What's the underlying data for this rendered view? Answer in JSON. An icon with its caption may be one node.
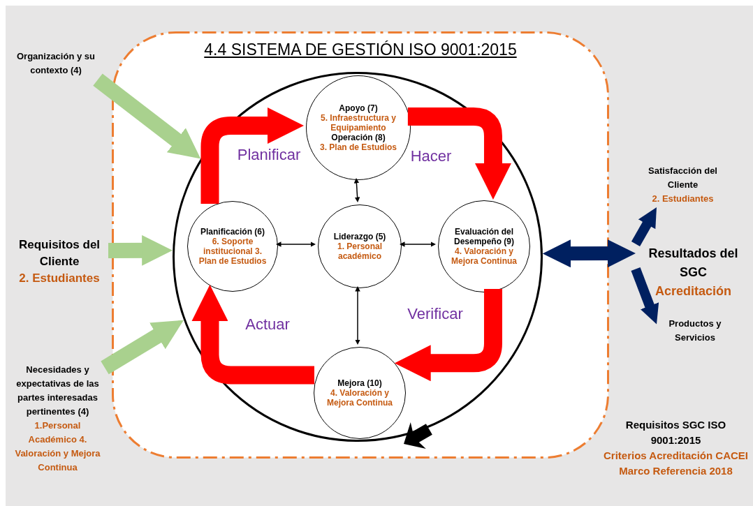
{
  "diagram": {
    "title": "4.4 SISTEMA DE GESTIÓN ISO 9001:2015",
    "nodes": [
      {
        "text": [],
        "shape": "box"
      },
      {
        "text": [],
        "shape": "circle",
        "in": 0
      },
      {
        "text": [
          "Apoyo (7)",
          "5. Infraestructura y Equipamiento",
          "Operación (8)",
          "3. Plan de Estudios"
        ],
        "in": 1
      },
      {
        "text": [
          "Planificación (6)",
          "6. Soporte institucional 3. Plan de Estudios"
        ],
        "in": 1
      },
      {
        "text": [
          "Liderazgo (5)",
          "1. Personal académico"
        ],
        "in": 1
      },
      {
        "text": [
          "Evaluación del Desempeño (9)",
          "4. Valoración y Mejora Continua"
        ],
        "in": 1
      },
      {
        "text": [
          "Mejora (10)",
          "4. Valoración y Mejora Continua"
        ],
        "in": 1
      },
      {
        "text": [
          "Organización y su contexto (4)"
        ]
      },
      {
        "text": [
          "Requisitos del Cliente",
          "2. Estudiantes"
        ]
      },
      {
        "text": [
          "Necesidades y expectativas de las partes interesadas pertinentes (4)",
          "1.Personal Académico 4. Valoración y Mejora Continua"
        ]
      },
      {
        "text": [
          "Satisfacción del Cliente",
          "2. Estudiantes"
        ]
      },
      {
        "text": [
          "Resultados del SGC",
          "Acreditación"
        ]
      },
      {
        "text": [
          "Productos y Servicios"
        ]
      }
    ],
    "edges": [
      {
        "from": 3,
        "to": 2,
        "arrow": "to",
        "label": "Planificar",
        "color": "#ff0000"
      },
      {
        "from": 2,
        "to": 5,
        "arrow": "to",
        "label": "Hacer",
        "color": "#ff0000"
      },
      {
        "from": 5,
        "to": 6,
        "arrow": "to",
        "label": "Verificar",
        "color": "#ff0000"
      },
      {
        "from": 6,
        "to": 3,
        "arrow": "to",
        "label": "Actuar",
        "color": "#ff0000"
      },
      {
        "from": 4,
        "to": 2,
        "arrow": "both",
        "color": "#000000"
      },
      {
        "from": 3,
        "to": 4,
        "arrow": "both",
        "color": "#000000"
      },
      {
        "from": 4,
        "to": 5,
        "arrow": "both",
        "color": "#000000"
      },
      {
        "from": 4,
        "to": 6,
        "arrow": "both",
        "color": "#000000"
      },
      {
        "from": 7,
        "to": 1,
        "arrow": "to",
        "color": "#a9d18e"
      },
      {
        "from": 8,
        "to": 1,
        "arrow": "to",
        "color": "#a9d18e"
      },
      {
        "from": 9,
        "to": 1,
        "arrow": "to",
        "color": "#a9d18e"
      },
      {
        "from": 1,
        "to": 11,
        "arrow": "both",
        "color": "#002060"
      },
      {
        "from": 11,
        "to": 10,
        "arrow": "to",
        "color": "#002060"
      },
      {
        "from": 11,
        "to": 12,
        "arrow": "to",
        "color": "#002060"
      }
    ],
    "labels": [
      "Requisitos SGC ISO 9001:2015",
      "Criterios Acreditación CACEI Marco Referencia 2018"
    ]
  }
}
